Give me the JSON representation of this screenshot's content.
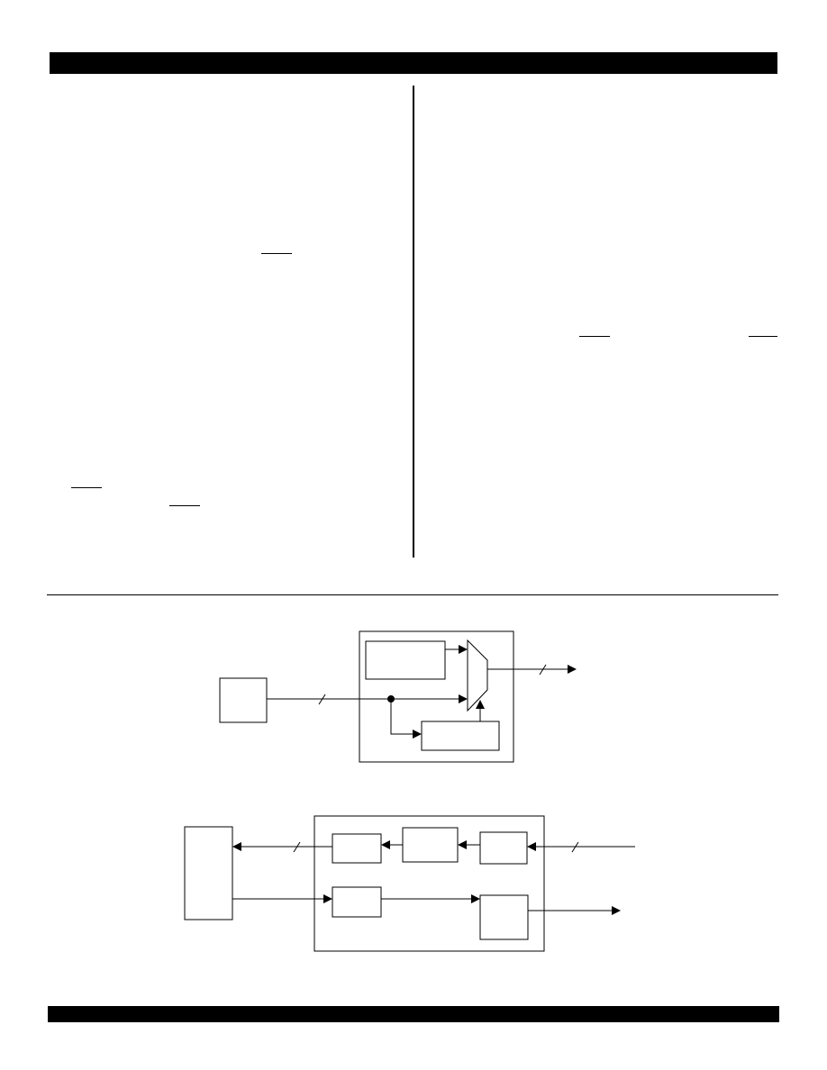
{
  "page": {
    "background_color": "#ffffff",
    "ink_color": "#000000"
  },
  "header_bar": {},
  "footer_bar": {},
  "diagram_top": {
    "blocks": [
      "source-block",
      "upper-inner-block",
      "lower-inner-block",
      "outer-container",
      "multiplexer"
    ],
    "bus_marks": 2
  },
  "diagram_bottom": {
    "blocks": [
      "side-block",
      "outer-container",
      "block-top-left",
      "block-top-middle",
      "block-top-right",
      "block-bottom-left",
      "block-bottom-right"
    ],
    "bus_marks": 2
  }
}
